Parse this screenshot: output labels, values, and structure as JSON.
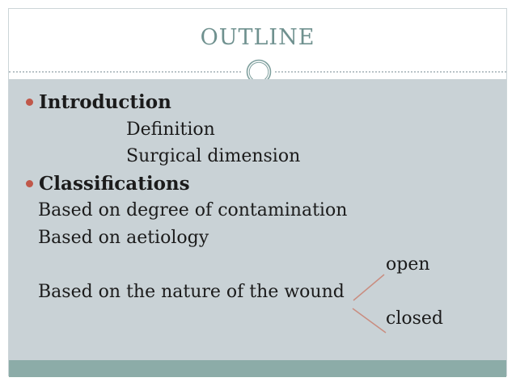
{
  "slide": {
    "title": "OUTLINE",
    "content": [
      {
        "style": "bullet-bold",
        "text": "Introduction"
      },
      {
        "style": "indent-deep",
        "text": "Definition"
      },
      {
        "style": "indent-deep",
        "text": "Surgical dimension"
      },
      {
        "style": "bullet-bold",
        "text": "Classifications"
      },
      {
        "style": "indent",
        "text": "Based on degree of contamination"
      },
      {
        "style": "indent",
        "text": "Based on aetiology"
      },
      {
        "style": "branch-label",
        "text": "open"
      },
      {
        "style": "indent",
        "text": "Based on the nature of the wound"
      },
      {
        "style": "branch-label",
        "text": "closed"
      }
    ],
    "ornament": "double-ring-circle",
    "colors": {
      "body_background": "#c9d2d6",
      "footer_band": "#8caca8",
      "title_text": "#6f918f",
      "bullet_accent": "#c0584a",
      "branch_line": "#c98d80",
      "body_text": "#1b1b1b"
    }
  }
}
